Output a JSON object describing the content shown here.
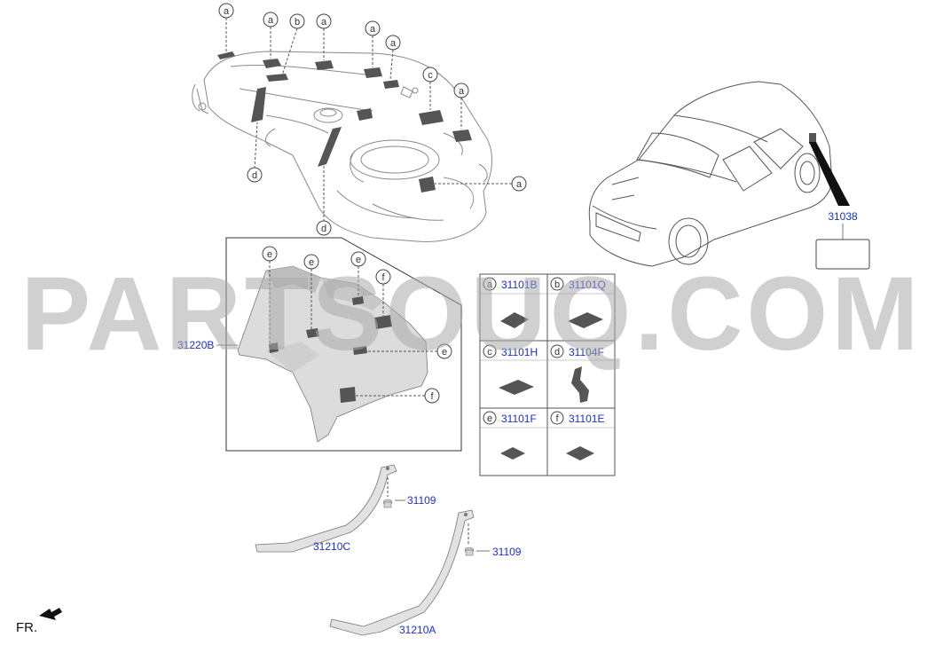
{
  "watermark": {
    "text": "PARTSOUQ.COM"
  },
  "direction": {
    "label": "FR."
  },
  "callouts": {
    "a": "a",
    "b": "b",
    "c": "c",
    "d": "d",
    "e": "e",
    "f": "f"
  },
  "parts": {
    "label_31220B": "31220B",
    "label_31038": "31038",
    "label_31109_top": "31109",
    "label_31109_bottom": "31109",
    "label_31210C": "31210C",
    "label_31210A": "31210A"
  },
  "legend_table": {
    "cells": [
      {
        "letter": "a",
        "part": "31101B"
      },
      {
        "letter": "b",
        "part": "31101Q"
      },
      {
        "letter": "c",
        "part": "31101H"
      },
      {
        "letter": "d",
        "part": "31104F"
      },
      {
        "letter": "e",
        "part": "31101F"
      },
      {
        "letter": "f",
        "part": "31101E"
      }
    ]
  },
  "colors": {
    "link": "#1a2fd0",
    "pad": "#555555",
    "outline": "#8a8a8a"
  }
}
